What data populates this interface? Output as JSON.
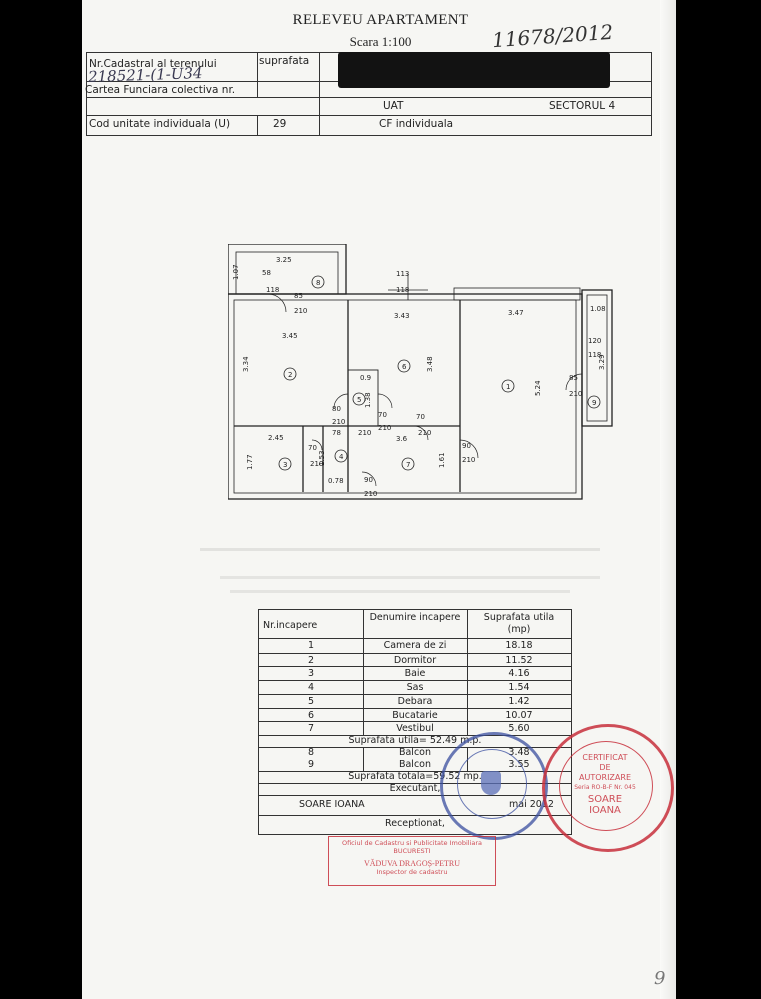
{
  "document": {
    "title": "RELEVEU APARTAMENT",
    "scale": "Scara 1:100",
    "handwritten_number": "11678/2012",
    "page_mark": "9"
  },
  "header": {
    "cadastral_label": "Nr.Cadastral al terenului",
    "cadastral_value": "218521-(1-U34",
    "area_label": "suprafata",
    "carte_label": "Cartea Funciara colectiva nr.",
    "uat_label": "UAT",
    "uat_value": "SECTORUL 4",
    "cod_label": "Cod unitate individuala (U)",
    "cod_value": "29",
    "cf_label": "CF individuala"
  },
  "plan": {
    "dims": [
      "3.25",
      "1.07",
      "58",
      "118",
      "85",
      "210",
      "113",
      "118",
      "3.45",
      "3.43",
      "3.47",
      "1.08",
      "3.34",
      "3.48",
      "5.24",
      "120",
      "118",
      "3.29",
      "85",
      "210",
      "0.9",
      "1.38",
      "80",
      "210",
      "78",
      "70",
      "210",
      "210",
      "3.6",
      "70",
      "210",
      "90",
      "210",
      "2.45",
      "1.77",
      "70",
      "210",
      "1.53",
      "1.61",
      "0.78",
      "90",
      "210"
    ],
    "rooms": [
      "1",
      "2",
      "3",
      "4",
      "5",
      "6",
      "7",
      "8",
      "9"
    ]
  },
  "table": {
    "header": {
      "nr": "Nr.incapere",
      "name": "Denumire incapere",
      "area": "Suprafata utila (mp)"
    },
    "rows": [
      {
        "nr": "1",
        "name": "Camera de zi",
        "area": "18.18"
      },
      {
        "nr": "2",
        "name": "Dormitor",
        "area": "11.52"
      },
      {
        "nr": "3",
        "name": "Baie",
        "area": "4.16"
      },
      {
        "nr": "4",
        "name": "Sas",
        "area": "1.54"
      },
      {
        "nr": "5",
        "name": "Debara",
        "area": "1.42"
      },
      {
        "nr": "6",
        "name": "Bucatarie",
        "area": "10.07"
      },
      {
        "nr": "7",
        "name": "Vestibul",
        "area": "5.60"
      }
    ],
    "useful_total": "Suprafata utila= 52.49 m.p.",
    "balconies": [
      {
        "nr": "8",
        "name": "Balcon",
        "area": "3.48"
      },
      {
        "nr": "9",
        "name": "Balcon",
        "area": "3.55"
      }
    ],
    "total": "Suprafata totala=59.52 mp.",
    "executant_label": "Executant,",
    "executant_name": "SOARE IOANA",
    "executant_date": "mai 2012",
    "receptionat_label": "Receptionat,"
  },
  "stamps": {
    "ocpi_box_line1": "Oficiul de Cadastru si Publicitate Imobiliara",
    "ocpi_box_line2": "BUCURESTI",
    "ocpi_name": "VĂDUVA DRAGOȘ-PETRU",
    "ocpi_role": "Inspector de cadastru",
    "cert_line1": "CERTIFICAT",
    "cert_line2": "DE",
    "cert_line3": "AUTORIZARE",
    "cert_series": "Seria RO-B-F Nr. 045",
    "cert_name1": "SOARE",
    "cert_name2": "IOANA"
  },
  "colors": {
    "paper": "#f6f6f3",
    "ink": "#222222",
    "stamp_red": "#c8303c",
    "stamp_blue": "#3a4fa0",
    "redaction": "#121212"
  }
}
